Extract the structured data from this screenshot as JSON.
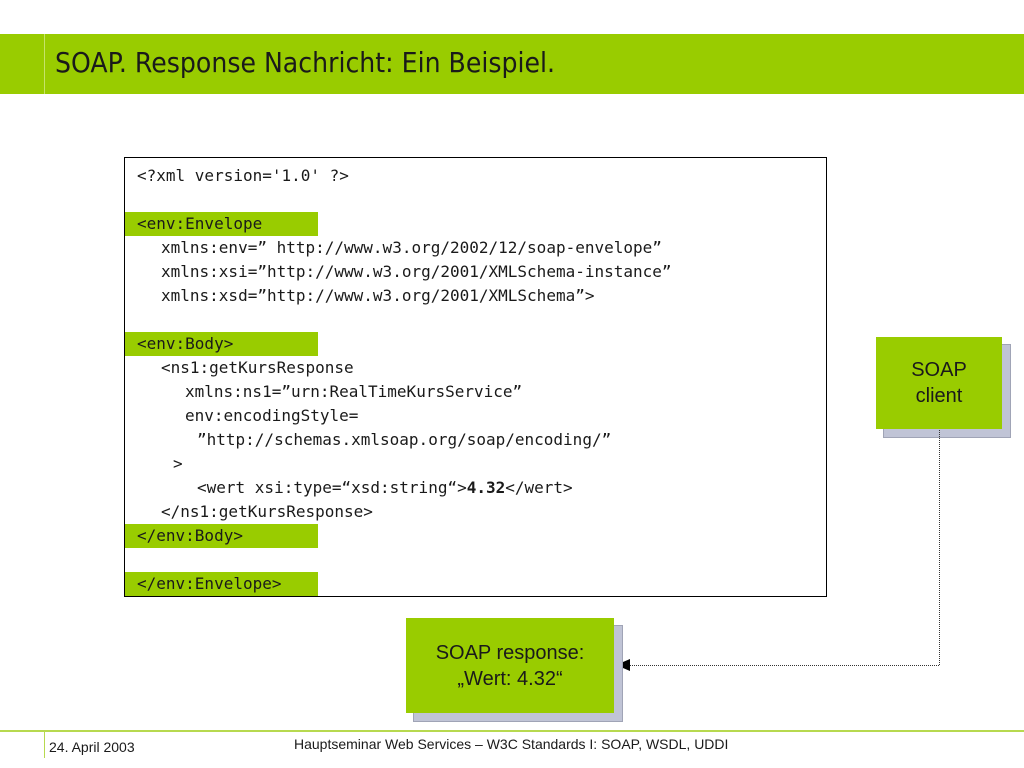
{
  "slide": {
    "title": "SOAP. Response Nachricht: Ein Beispiel."
  },
  "code": {
    "xml_decl": "<?xml version='1.0' ?>",
    "envelope_open": "<env:Envelope",
    "xmlns_env": "xmlns:env=” http://www.w3.org/2002/12/soap-envelope”",
    "xmlns_xsi": "xmlns:xsi=”http://www.w3.org/2001/XMLSchema-instance”",
    "xmlns_xsd": "xmlns:xsd=”http://www.w3.org/2001/XMLSchema”>",
    "body_open": "<env:Body>",
    "response_open": "<ns1:getKursResponse",
    "xmlns_ns1": "xmlns:ns1=”urn:RealTimeKursService”",
    "encoding_style": "env:encodingStyle=",
    "encoding_url": "”http://schemas.xmlsoap.org/soap/encoding/”",
    "tag_close": ">",
    "wert_open": "<wert xsi:type=“xsd:string“>",
    "wert_value": "4.32",
    "wert_close": "</wert>",
    "response_close": "</ns1:getKursResponse>",
    "body_close": "</env:Body>",
    "envelope_close": "</env:Envelope>"
  },
  "client_box": {
    "line1": "SOAP",
    "line2": "client"
  },
  "response_box": {
    "line1": "SOAP response:",
    "line2": "„Wert: 4.32“"
  },
  "footer": {
    "date": "24. April 2003",
    "center": "Hauptseminar Web Services – W3C Standards I: SOAP, WSDL, UDDI"
  },
  "colors": {
    "accent_green": "#99cc00",
    "shadow": "#c0c4d6"
  }
}
